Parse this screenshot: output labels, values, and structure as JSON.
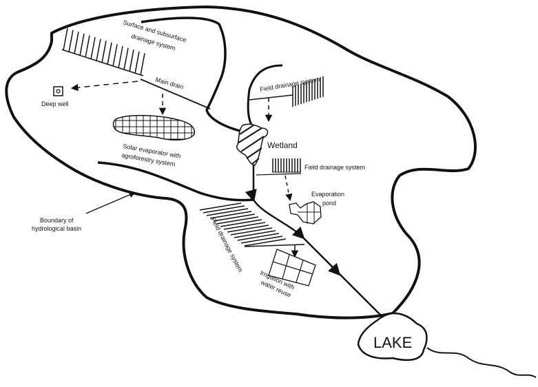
{
  "labels": {
    "surface_drainage_1": "Surface and subsurface",
    "surface_drainage_2": "drainage system",
    "main_drain": "Main drain",
    "deep_well": "Deep well",
    "solar_1": "Solar evaporator with",
    "solar_2": "agroforestry system",
    "field_drainage_top": "Field drainage system",
    "wetland": "Wetland",
    "field_drainage_mid": "Field drainage system",
    "evap_1": "Evaporation",
    "evap_2": "pond",
    "boundary_1": "Boundary of",
    "boundary_2": "hydrological basin",
    "field_drainage_low": "Field drainage system",
    "irrigation_1": "Irrigation with",
    "irrigation_2": "water reuse",
    "lake": "LAKE"
  }
}
